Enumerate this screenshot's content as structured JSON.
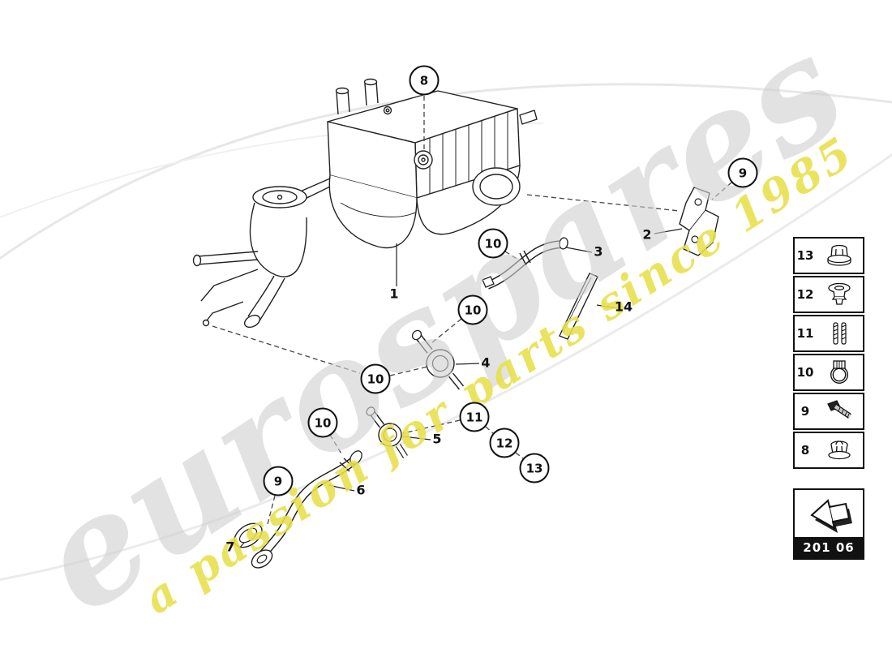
{
  "watermark": {
    "brand": "eurospares",
    "tagline": "a passion for parts since 1985",
    "brand_color": "#cfcfcf",
    "tagline_color": "#e8e04a"
  },
  "callouts": [
    {
      "label": "8"
    },
    {
      "label": "9"
    },
    {
      "label": "10"
    },
    {
      "label": "10"
    },
    {
      "label": "10"
    },
    {
      "label": "10"
    },
    {
      "label": "11"
    },
    {
      "label": "12"
    },
    {
      "label": "13"
    },
    {
      "label": "9"
    }
  ],
  "part_labels": [
    {
      "label": "1"
    },
    {
      "label": "2"
    },
    {
      "label": "3"
    },
    {
      "label": "4"
    },
    {
      "label": "5"
    },
    {
      "label": "6"
    },
    {
      "label": "7"
    },
    {
      "label": "14"
    }
  ],
  "legend": {
    "items": [
      {
        "number": "13",
        "icon": "flange-nut-icon"
      },
      {
        "number": "12",
        "icon": "grommet-icon"
      },
      {
        "number": "11",
        "icon": "retaining-pins-icon"
      },
      {
        "number": "10",
        "icon": "hose-clamp-icon"
      },
      {
        "number": "9",
        "icon": "bolt-icon"
      },
      {
        "number": "8",
        "icon": "flange-nut-icon"
      }
    ]
  },
  "code_plate": {
    "code": "201 06",
    "icon": "direction-arrow-icon"
  }
}
